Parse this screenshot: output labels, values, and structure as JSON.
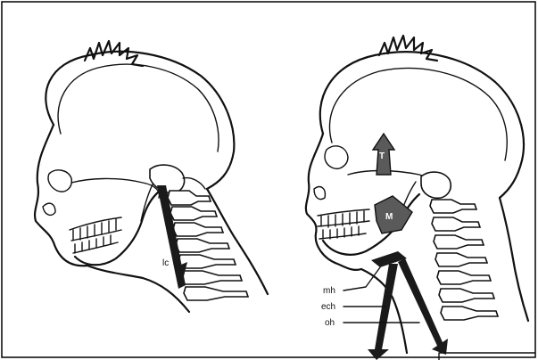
{
  "figure": {
    "labels": {
      "lc": "lc",
      "mh": "mh",
      "ech": "ech",
      "oh": "oh",
      "temporalis": "T",
      "masseter": "M"
    },
    "colors": {
      "line": "#111111",
      "muscle": "#5a5a5a",
      "background": "#ffffff"
    }
  }
}
